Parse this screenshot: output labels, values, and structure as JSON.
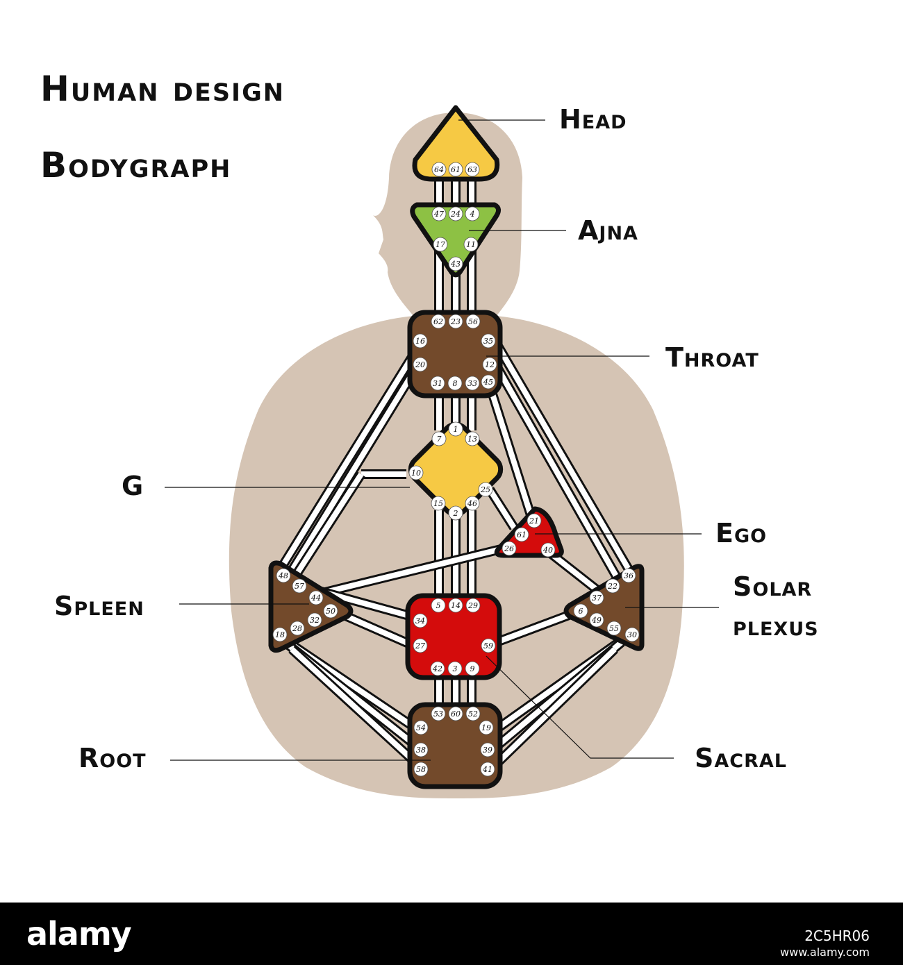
{
  "title_line1": "Human design",
  "title_line2": "Bodygraph",
  "labels": {
    "head": "Head",
    "ajna": "Ajna",
    "throat": "Throat",
    "g": "G",
    "ego": "Ego",
    "solar_line1": "Solar",
    "solar_line2": "plexus",
    "spleen": "Spleen",
    "root": "Root",
    "sacral": "Sacral"
  },
  "colors": {
    "silhouette": "#d5c4b4",
    "head": "#f6c944",
    "ajna": "#8dc144",
    "throat": "#734a2b",
    "g": "#f6c944",
    "ego": "#d40c0c",
    "sacral": "#d40c0c",
    "spleen": "#734a2b",
    "solar_plexus": "#734a2b",
    "root": "#734a2b",
    "outline": "#111111",
    "channel": "#ffffff"
  },
  "centers": {
    "head": {
      "gates": [
        "64",
        "61",
        "63"
      ]
    },
    "ajna": {
      "gates": [
        "47",
        "24",
        "4",
        "17",
        "11",
        "43"
      ]
    },
    "throat": {
      "gates": [
        "62",
        "23",
        "56",
        "16",
        "35",
        "20",
        "12",
        "31",
        "8",
        "33",
        "45"
      ]
    },
    "g": {
      "gates": [
        "1",
        "7",
        "13",
        "10",
        "25",
        "15",
        "46",
        "2"
      ]
    },
    "ego": {
      "gates": [
        "21",
        "61",
        "26",
        "40"
      ]
    },
    "spleen": {
      "gates": [
        "48",
        "57",
        "44",
        "50",
        "32",
        "28",
        "18"
      ]
    },
    "sacral": {
      "gates": [
        "5",
        "14",
        "29",
        "34",
        "27",
        "59",
        "42",
        "3",
        "9"
      ]
    },
    "solar_plexus": {
      "gates": [
        "36",
        "22",
        "37",
        "6",
        "49",
        "55",
        "30"
      ]
    },
    "root": {
      "gates": [
        "53",
        "60",
        "52",
        "54",
        "19",
        "38",
        "39",
        "58",
        "41"
      ]
    }
  },
  "watermark": "alamy",
  "footer": {
    "brand": "alamy",
    "image_code": "2C5HR06",
    "url": "www.alamy.com"
  }
}
